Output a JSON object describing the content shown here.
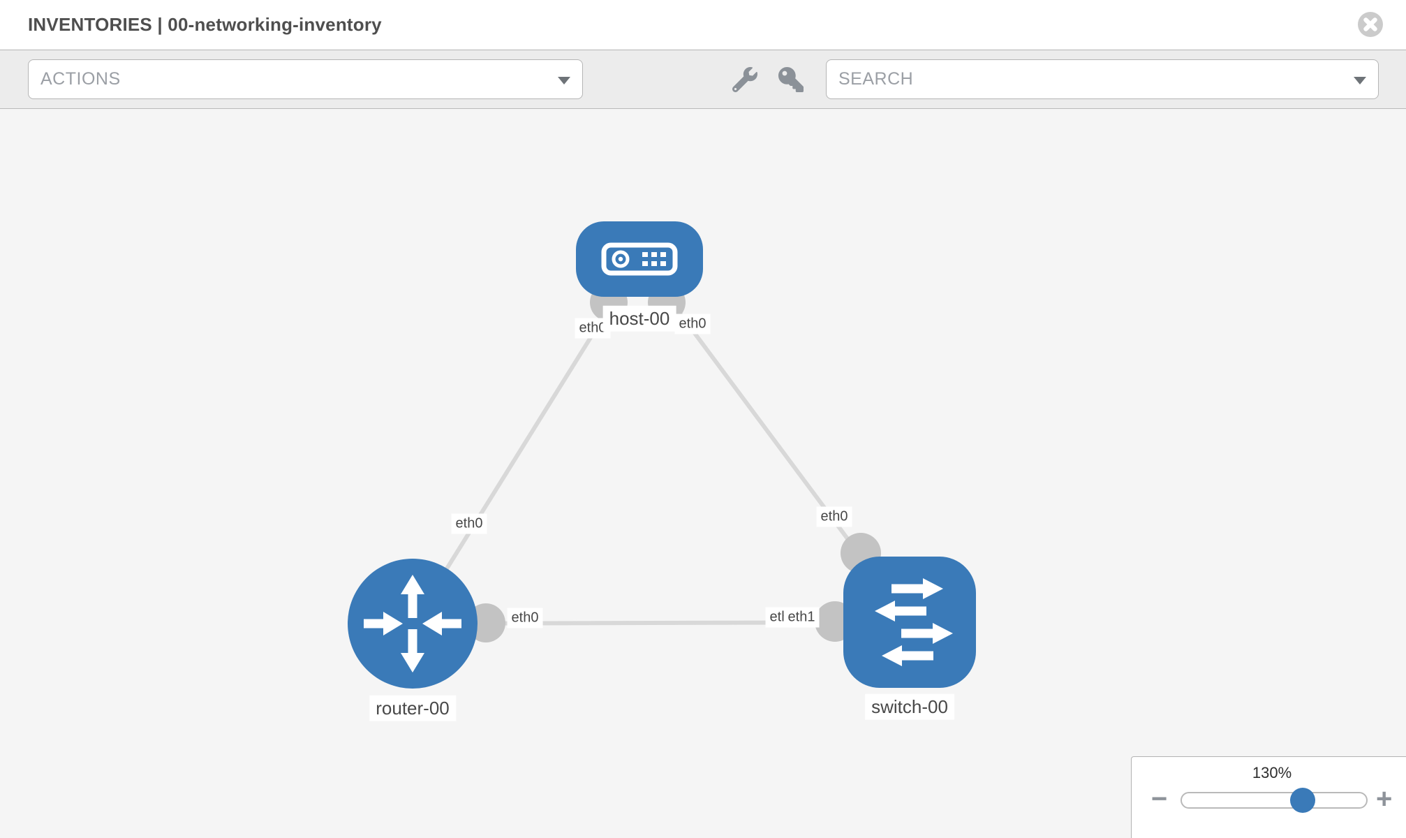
{
  "header": {
    "title": "INVENTORIES | 00-networking-inventory"
  },
  "toolbar": {
    "actions_label": "ACTIONS",
    "search_label": "SEARCH",
    "icons": [
      "wrench-icon",
      "key-icon"
    ]
  },
  "topology": {
    "nodes": {
      "host": {
        "label": "host-00",
        "type": "host",
        "shape": "rounded-rect"
      },
      "router": {
        "label": "router-00",
        "type": "router",
        "shape": "circle"
      },
      "switch": {
        "label": "switch-00",
        "type": "switch",
        "shape": "rounded-square"
      }
    },
    "links": [
      {
        "from": "host-00",
        "to": "router-00"
      },
      {
        "from": "host-00",
        "to": "switch-00"
      },
      {
        "from": "router-00",
        "to": "switch-00"
      }
    ],
    "interfaces": {
      "host_left": "eth0",
      "host_right": "eth0",
      "router_top": "eth0",
      "router_right": "eth0",
      "switch_top": "eth0",
      "switch_left_under": "eth0",
      "switch_left_over": "eth1"
    }
  },
  "zoom_control": {
    "value": "130%",
    "minus_label": "−",
    "plus_label": "+",
    "slider_percent": 64
  },
  "colors": {
    "node_blue": "#3a7ab8",
    "link_gray": "#d8d8d8",
    "interface_gray": "#c3c3c3",
    "toolbar_bg": "#ececec",
    "canvas_bg": "#f5f5f5"
  }
}
